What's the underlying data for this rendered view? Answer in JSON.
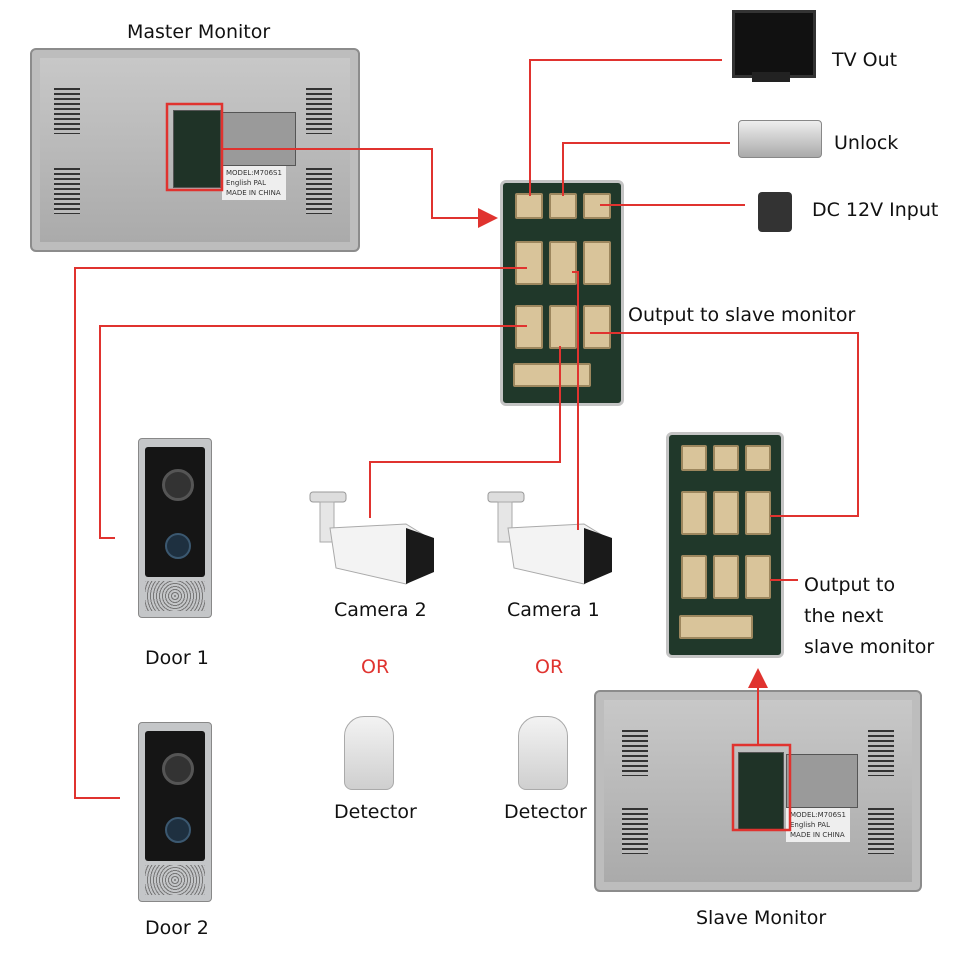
{
  "labels": {
    "master_monitor": "Master Monitor",
    "tv_out": "TV Out",
    "unlock": "Unlock",
    "dc_input": "DC 12V Input",
    "output_slave": "Output to slave monitor",
    "output_next": [
      "Output to",
      "the next",
      "slave monitor"
    ],
    "door1": "Door 1",
    "door2": "Door 2",
    "camera2": "Camera 2",
    "camera1": "Camera 1",
    "or": "OR",
    "detector": "Detector",
    "slave_monitor": "Slave Monitor"
  },
  "sticker": [
    "MODEL:M706S1",
    "English PAL",
    "MADE IN CHINA"
  ],
  "colors": {
    "wire": "#e0332f",
    "board": "#20382a",
    "monitor": "#b8b8b8"
  }
}
